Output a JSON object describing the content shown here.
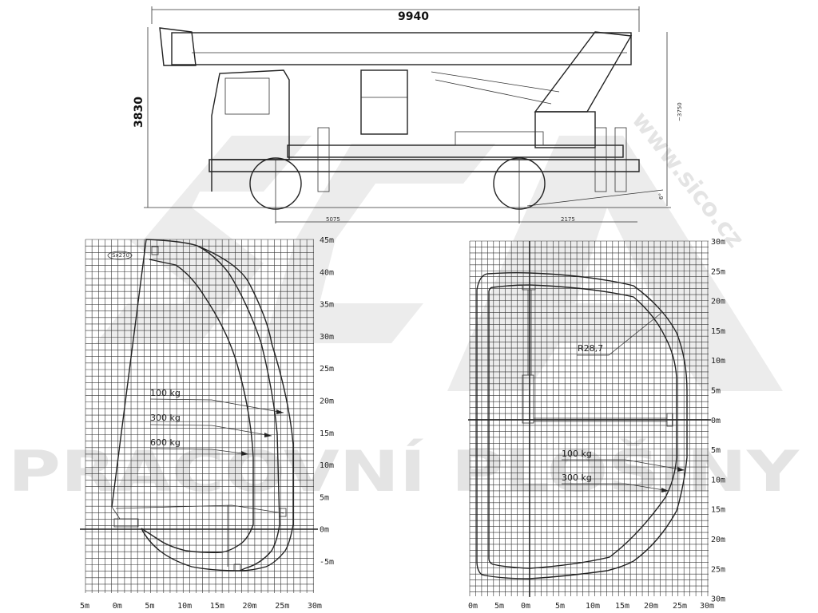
{
  "watermark": {
    "logo_text": "SCA",
    "banner": "PRACOVNÍ PLOŠINY",
    "url": "www.sico.cz"
  },
  "truck": {
    "dims": {
      "length": "9940",
      "height": "3830",
      "wheelbase": "5075",
      "rear_overhang": "2175",
      "boom_height": "~3750",
      "angle": "6°"
    }
  },
  "side_chart": {
    "x_ticks": [
      "5m",
      "0m",
      "5m",
      "10m",
      "15m",
      "20m",
      "25m",
      "30m"
    ],
    "y_ticks": [
      "45m",
      "40m",
      "35m",
      "30m",
      "25m",
      "20m",
      "15m",
      "10m",
      "5m",
      "0m",
      "-5m"
    ],
    "loads": [
      "100 kg",
      "300 kg",
      "600 kg"
    ],
    "badge": "Sx270"
  },
  "top_chart": {
    "x_ticks": [
      "0m",
      "5m",
      "0m",
      "5m",
      "10m",
      "15m",
      "20m",
      "25m",
      "30m"
    ],
    "y_ticks": [
      "30m",
      "25m",
      "20m",
      "15m",
      "10m",
      "5m",
      "0m",
      "5m",
      "10m",
      "15m",
      "20m",
      "25m",
      "30m"
    ],
    "radius": "R28,7",
    "loads": [
      "100 kg",
      "300 kg"
    ]
  }
}
